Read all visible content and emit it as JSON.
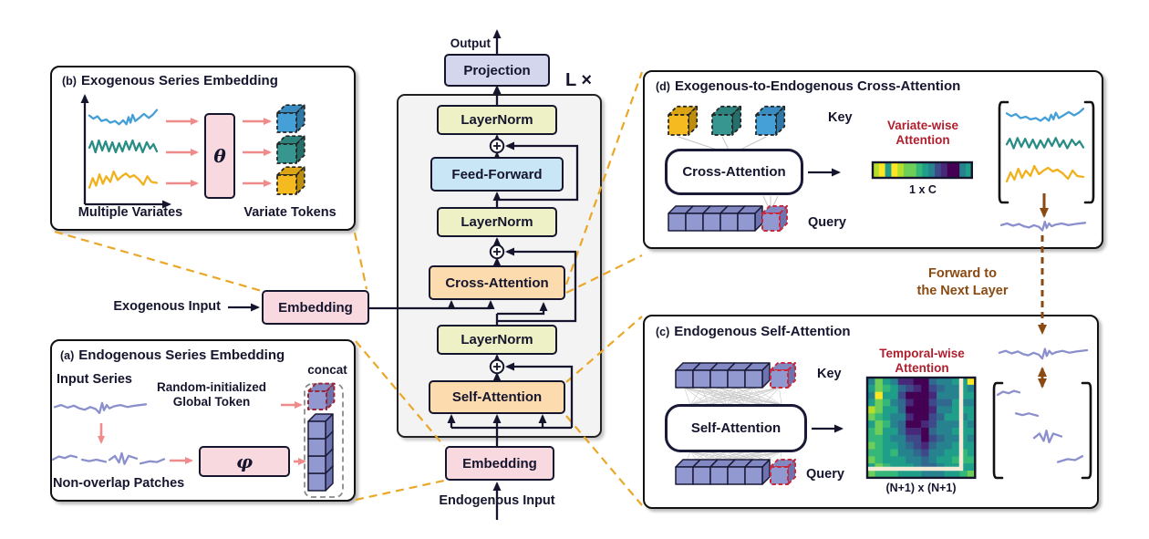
{
  "stack": {
    "output": "Output",
    "projection": "Projection",
    "layernorm": "LayerNorm",
    "feed_forward": "Feed-Forward",
    "cross_attention": "Cross-Attention",
    "self_attention": "Self-Attention",
    "embedding": "Embedding",
    "loop": "L ×",
    "exogenous_input": "Exogenous Input",
    "endogenous_input": "Endogenous Input"
  },
  "panels": {
    "b": {
      "title_prefix": "(b)",
      "title": "Exogenous Series Embedding",
      "label_left": "Multiple Variates",
      "label_right": "Variate Tokens",
      "theta": "θ"
    },
    "a": {
      "title_prefix": "(a)",
      "title": "Endogenous Series Embedding",
      "input_series": "Input Series",
      "random_init_line1": "Random-initialized",
      "random_init_line2": "Global Token",
      "concat": "concat",
      "phi": "φ",
      "non_overlap": "Non-overlap Patches"
    },
    "d": {
      "title_prefix": "(d)",
      "title": "Exogenous-to-Endogenous Cross-Attention",
      "key": "Key",
      "query": "Query",
      "box": "Cross-Attention",
      "attn_label_line1": "Variate-wise",
      "attn_label_line2": "Attention",
      "dim": "1 x C"
    },
    "c": {
      "title_prefix": "(c)",
      "title": "Endogenous Self-Attention",
      "key": "Key",
      "query": "Query",
      "box": "Self-Attention",
      "attn_label_line1": "Temporal-wise",
      "attn_label_line2": "Attention",
      "dim": "(N+1) x (N+1)"
    }
  },
  "forward_label": {
    "line1": "Forward to",
    "line2": "the Next Layer"
  },
  "colors": {
    "text_dark": "#15152e",
    "connector_gold": "#eaa728",
    "arrow_pink": "#f08b8b",
    "brown": "#8a4a12",
    "attention_red": "#b01f2e",
    "box_projection": "#d3d6ed",
    "box_layernorm": "#eef0c6",
    "box_feedforward": "#c9e6f7",
    "box_attention": "#fcdcae",
    "box_embedding": "#f9d9e0",
    "container_gray": "#f3f3f4",
    "wave_blue": "#459fd7",
    "wave_teal": "#2a8d85",
    "wave_gold": "#f0b11c",
    "wave_purple": "#8b90cc",
    "fan_gray": "#c4c4c4",
    "cream_highlight": "#f6ead8",
    "red_dash": "#c9293c",
    "dark_red_dash": "#9c2433"
  },
  "cubes": {
    "purple": {
      "front": "#9298d0",
      "top": "#8288c2",
      "side": "#6d73ae"
    },
    "blue": {
      "front": "#45a0d8",
      "top": "#3a8cc0",
      "side": "#2f78a6"
    },
    "teal": {
      "front": "#37968f",
      "top": "#2e827c",
      "side": "#266e69"
    },
    "gold": {
      "front": "#f5ba1f",
      "top": "#dba414",
      "side": "#bd8d0e"
    }
  },
  "waves": {
    "blue_jag": [
      [
        0,
        10
      ],
      [
        6,
        14
      ],
      [
        12,
        11
      ],
      [
        18,
        17
      ],
      [
        25,
        15
      ],
      [
        31,
        19
      ],
      [
        38,
        17
      ],
      [
        44,
        21
      ],
      [
        50,
        16
      ],
      [
        55,
        21
      ],
      [
        58,
        12
      ],
      [
        61,
        19
      ],
      [
        64,
        9
      ],
      [
        68,
        17
      ],
      [
        74,
        13
      ],
      [
        81,
        8
      ],
      [
        88,
        13
      ],
      [
        94,
        9
      ],
      [
        100,
        3
      ]
    ],
    "teal_jag": [
      [
        0,
        13
      ],
      [
        4,
        6
      ],
      [
        9,
        18
      ],
      [
        14,
        5
      ],
      [
        19,
        16
      ],
      [
        24,
        6
      ],
      [
        29,
        17
      ],
      [
        34,
        7
      ],
      [
        39,
        18
      ],
      [
        44,
        8
      ],
      [
        49,
        17
      ],
      [
        54,
        6
      ],
      [
        59,
        15
      ],
      [
        64,
        5
      ],
      [
        69,
        16
      ],
      [
        74,
        8
      ],
      [
        79,
        18
      ],
      [
        85,
        7
      ],
      [
        90,
        14
      ],
      [
        95,
        9
      ],
      [
        100,
        17
      ]
    ],
    "gold_jag": [
      [
        0,
        20
      ],
      [
        5,
        10
      ],
      [
        10,
        18
      ],
      [
        15,
        6
      ],
      [
        20,
        16
      ],
      [
        25,
        8
      ],
      [
        31,
        14
      ],
      [
        36,
        3
      ],
      [
        42,
        12
      ],
      [
        48,
        8
      ],
      [
        54,
        5
      ],
      [
        60,
        9
      ],
      [
        66,
        7
      ],
      [
        73,
        11
      ],
      [
        80,
        17
      ],
      [
        86,
        8
      ],
      [
        92,
        14
      ],
      [
        100,
        15
      ]
    ],
    "endo": [
      [
        0,
        14
      ],
      [
        7,
        11
      ],
      [
        14,
        15
      ],
      [
        21,
        12
      ],
      [
        27,
        16
      ],
      [
        33,
        18
      ],
      [
        39,
        14
      ],
      [
        45,
        17
      ],
      [
        49,
        23
      ],
      [
        52,
        8
      ],
      [
        54,
        19
      ],
      [
        57,
        11
      ],
      [
        60,
        16
      ],
      [
        65,
        13
      ],
      [
        72,
        11
      ],
      [
        80,
        14
      ],
      [
        88,
        12
      ],
      [
        100,
        10
      ]
    ],
    "p1": [
      [
        0,
        16
      ],
      [
        25,
        8
      ],
      [
        50,
        12
      ],
      [
        75,
        6
      ],
      [
        100,
        10
      ]
    ],
    "p2": [
      [
        0,
        10
      ],
      [
        30,
        14
      ],
      [
        60,
        10
      ],
      [
        100,
        16
      ]
    ],
    "p3": [
      [
        0,
        14
      ],
      [
        20,
        8
      ],
      [
        35,
        18
      ],
      [
        45,
        4
      ],
      [
        55,
        20
      ],
      [
        70,
        8
      ],
      [
        100,
        12
      ]
    ],
    "p4": [
      [
        0,
        18
      ],
      [
        40,
        12
      ],
      [
        70,
        14
      ],
      [
        100,
        6
      ]
    ]
  },
  "heatmaps": {
    "palette": [
      "#fde725",
      "#b5de2b",
      "#6ece58",
      "#35b779",
      "#1f9e89",
      "#26828e",
      "#31688e",
      "#3e4989",
      "#482878",
      "#440154"
    ],
    "strip": "1040122345789954",
    "matrix_rows": [
      "52458899655440",
      "42346789765545",
      "50447999855544",
      "42356899766455",
      "12446999855444",
      "23455899764454",
      "42356998755545",
      "32446889655444",
      "33455779765545",
      "23445678655444",
      "33435567554434",
      "23444556544333",
      "42344456654444",
      "23334445554432"
    ]
  }
}
